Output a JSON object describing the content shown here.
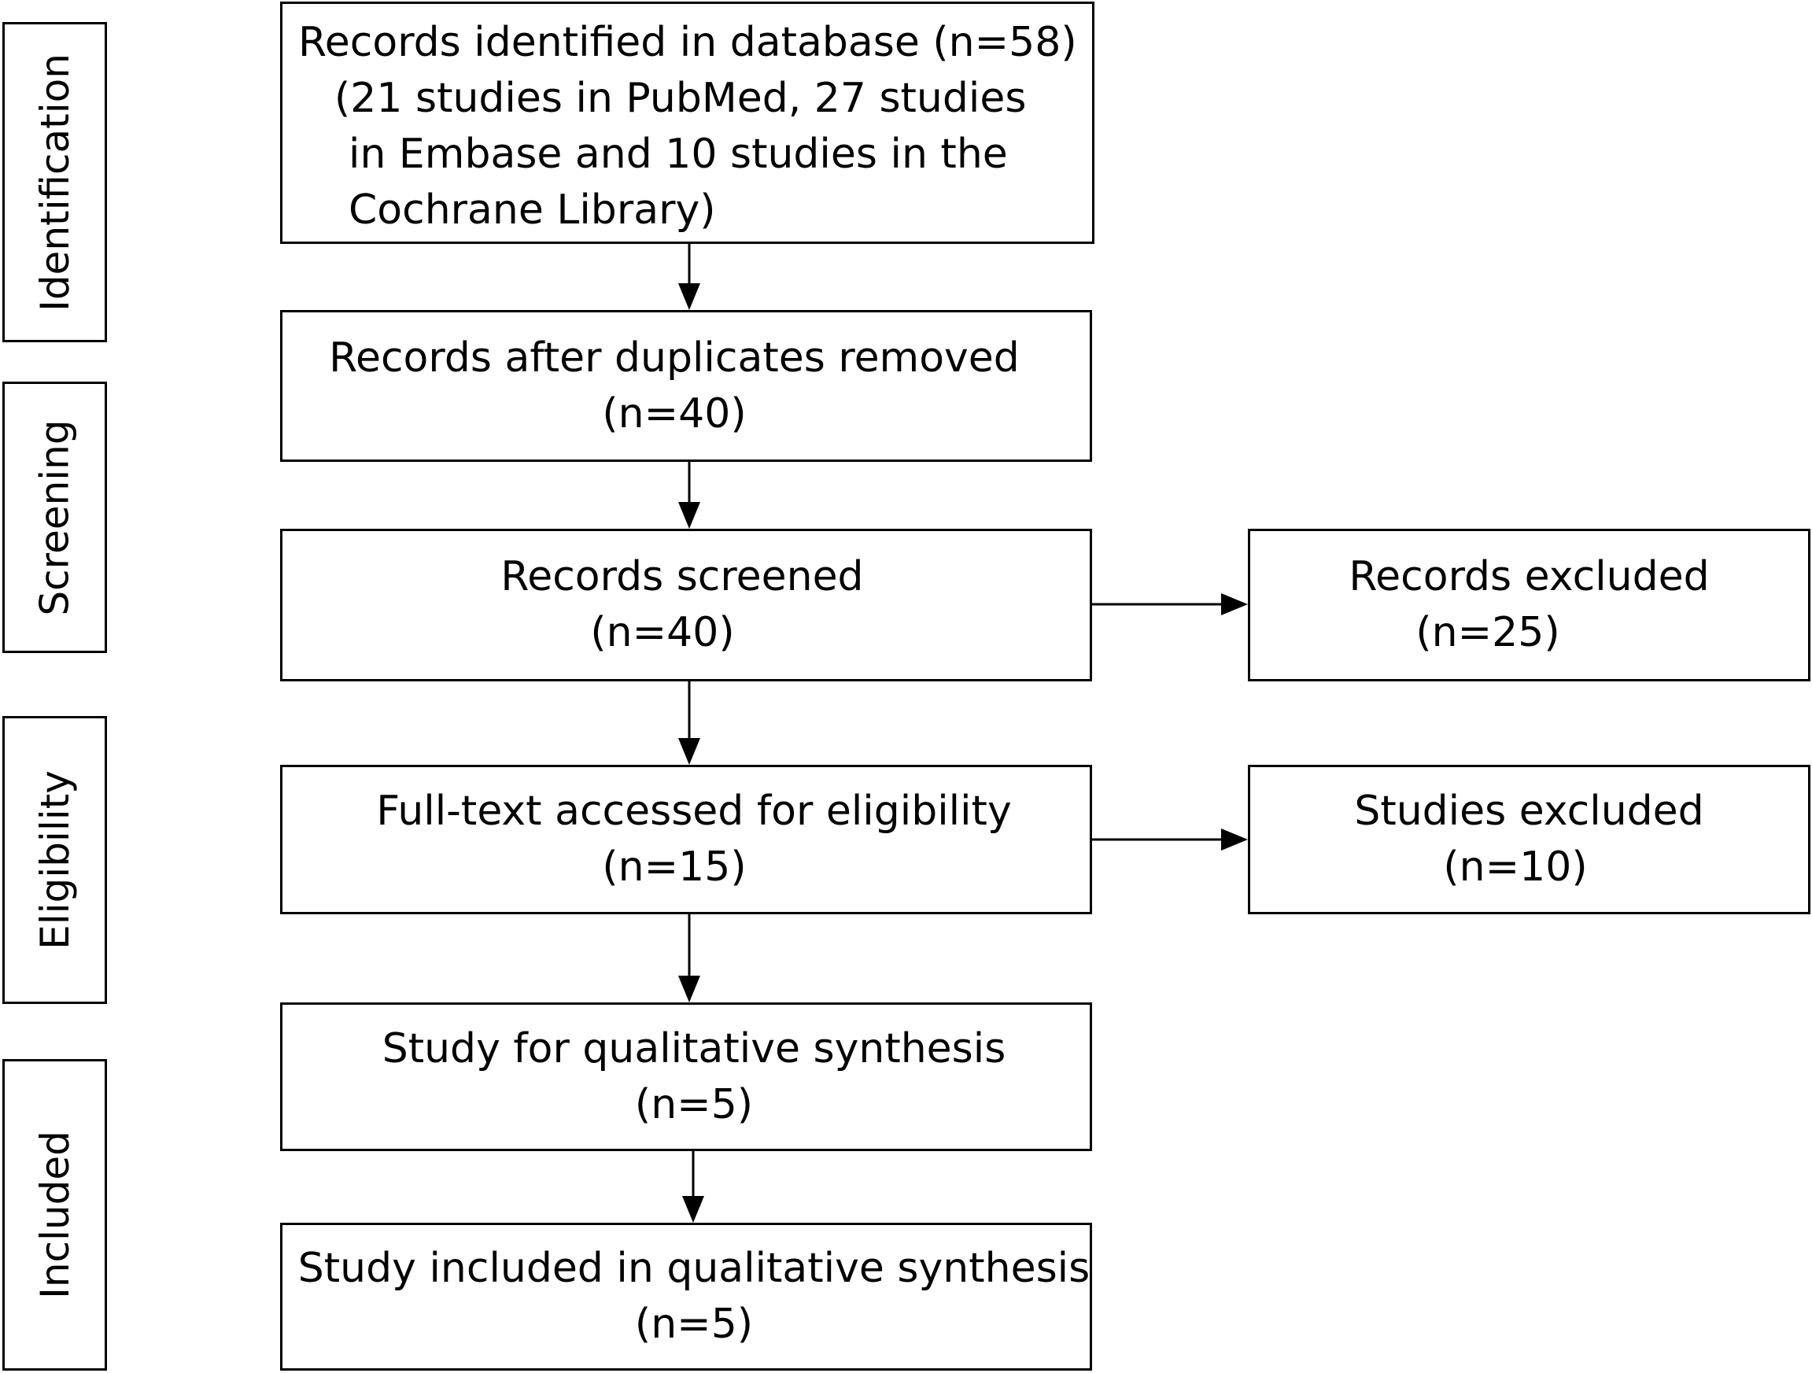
{
  "stages": [
    {
      "id": "identification",
      "label": "Identification"
    },
    {
      "id": "screening",
      "label": "Screening"
    },
    {
      "id": "eligibility",
      "label": "Eligibility"
    },
    {
      "id": "included",
      "label": "Included"
    }
  ],
  "boxes": {
    "identified": {
      "lines": [
        "Records identified in database (n=58)",
        "(21 studies in PubMed, 27 studies",
        "in Embase and 10 studies in the",
        "Cochrane Library)"
      ]
    },
    "duplicates_removed": {
      "lines": [
        "Records after duplicates removed",
        "(n=40)"
      ]
    },
    "screened": {
      "lines": [
        "Records screened",
        "(n=40)"
      ]
    },
    "records_excluded": {
      "lines": [
        "Records excluded",
        "(n=25)"
      ]
    },
    "full_text": {
      "lines": [
        "Full-text accessed for eligibility",
        "(n=15)"
      ]
    },
    "studies_excluded": {
      "lines": [
        "Studies excluded",
        "(n=10)"
      ]
    },
    "qualitative": {
      "lines": [
        "Study for qualitative synthesis",
        "(n=5)"
      ]
    },
    "included": {
      "lines": [
        "Study included in qualitative synthesis",
        "(n=5)"
      ]
    }
  }
}
